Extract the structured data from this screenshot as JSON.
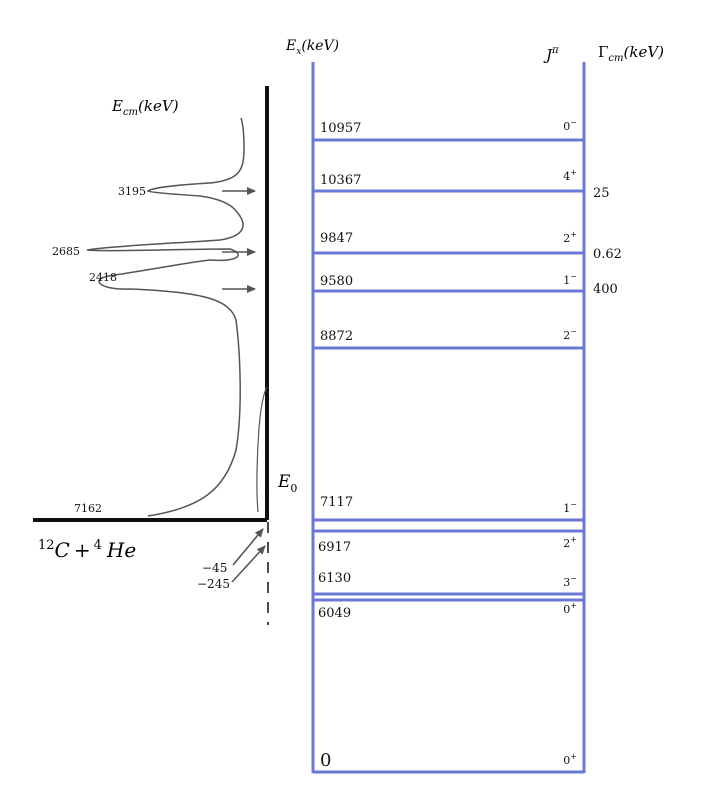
{
  "header": {
    "ex_label": "E",
    "ex_sub": "x",
    "ex_unit": "(keV)",
    "jpi_label": "J",
    "jpi_sup": "π",
    "gamma_label": "Γ",
    "gamma_sub": "cm",
    "gamma_unit": "(keV)"
  },
  "ecm_axis": {
    "label": "E",
    "sub": "cm",
    "unit": "(keV)"
  },
  "levels": [
    {
      "energy": "10957",
      "jpi": "0",
      "jpi_sup": "−",
      "gamma": ""
    },
    {
      "energy": "10367",
      "jpi": "4",
      "jpi_sup": "+",
      "gamma": "25"
    },
    {
      "energy": "9847",
      "jpi": "2",
      "jpi_sup": "+",
      "gamma": "0.62"
    },
    {
      "energy": "9580",
      "jpi": "1",
      "jpi_sup": "−",
      "gamma": "400"
    },
    {
      "energy": "8872",
      "jpi": "2",
      "jpi_sup": "−",
      "gamma": ""
    },
    {
      "energy": "7117",
      "jpi": "1",
      "jpi_sup": "−",
      "gamma": ""
    },
    {
      "energy": "6917",
      "jpi": "2",
      "jpi_sup": "+",
      "gamma": ""
    },
    {
      "energy": "6130",
      "jpi": "3",
      "jpi_sup": "−",
      "gamma": ""
    },
    {
      "energy": "6049",
      "jpi": "0",
      "jpi_sup": "+",
      "gamma": ""
    },
    {
      "energy": "0",
      "jpi": "0",
      "jpi_sup": "+",
      "gamma": ""
    }
  ],
  "peaks": [
    "3195",
    "2685",
    "2418"
  ],
  "threshold": {
    "energy": "7162",
    "reaction_sup1": "12",
    "reaction_c": "C",
    "reaction_plus": "+",
    "reaction_sup2": "4",
    "reaction_he": "He"
  },
  "e0": {
    "label": "E",
    "sub": "0"
  },
  "subthreshold": [
    "−45",
    "−245"
  ],
  "colors": {
    "level_lines": "#6b79d6",
    "threshold_line": "#111111",
    "curve": "#555555",
    "arrow": "#555555"
  }
}
